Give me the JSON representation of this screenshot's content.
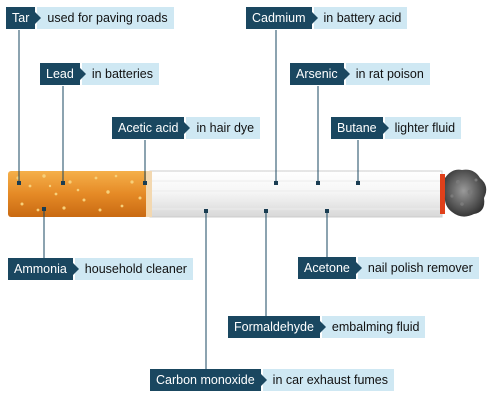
{
  "colors": {
    "tag_bg": "#1a4760",
    "desc_bg": "#cfe8f3",
    "filter": "#e58a26",
    "ember": "#e0401a",
    "ash": "#555555"
  },
  "labels": {
    "tar": {
      "name": "Tar",
      "use": "used for paving roads"
    },
    "lead": {
      "name": "Lead",
      "use": "in batteries"
    },
    "acetic_acid": {
      "name": "Acetic acid",
      "use": "in hair dye"
    },
    "cadmium": {
      "name": "Cadmium",
      "use": "in battery acid"
    },
    "arsenic": {
      "name": "Arsenic",
      "use": "in rat poison"
    },
    "butane": {
      "name": "Butane",
      "use": "lighter fluid"
    },
    "ammonia": {
      "name": "Ammonia",
      "use": "household cleaner"
    },
    "acetone": {
      "name": "Acetone",
      "use": "nail polish remover"
    },
    "formaldehyde": {
      "name": "Formaldehyde",
      "use": "embalming fluid"
    },
    "carbon_monoxide": {
      "name": "Carbon monoxide",
      "use": "in car exhaust fumes"
    }
  }
}
